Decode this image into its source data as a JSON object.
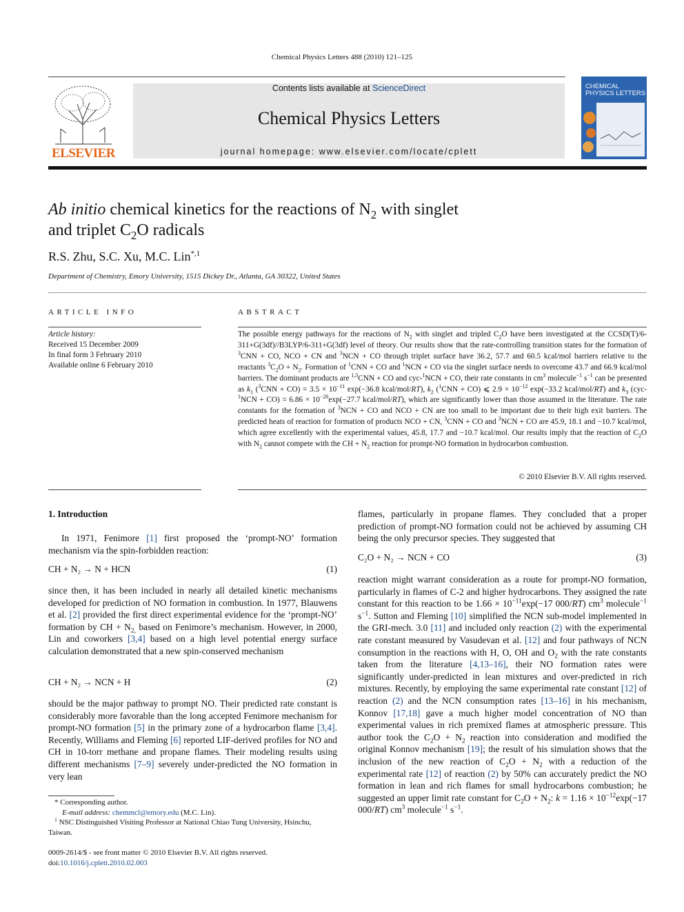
{
  "header": {
    "running_head": "Chemical Physics Letters 488 (2010) 121–125",
    "contents_prefix": "Contents lists available at ",
    "contents_link": "ScienceDirect",
    "journal_title": "Chemical Physics Letters",
    "homepage_prefix": "journal homepage: ",
    "homepage_url": "www.elsevier.com/locate/cplett",
    "publisher_logo_text": "ELSEVIER",
    "cover_title": "CHEMICAL PHYSICS LETTERS"
  },
  "article": {
    "title_line1_a": "Ab initio",
    "title_line1_b": " chemical kinetics for the reactions of N",
    "title_sub1": "2",
    "title_line1_c": " with singlet",
    "title_line2_a": "and triplet C",
    "title_sub2": "2",
    "title_line2_b": "O radicals",
    "authors": "R.S. Zhu, S.C. Xu, M.C. Lin",
    "author_marks": "*,1",
    "affiliation": "Department of Chemistry, Emory University, 1515 Dickey Dr., Atlanta, GA 30322, United States"
  },
  "article_info": {
    "heading": "ARTICLE INFO",
    "history_label": "Article history:",
    "received": "Received 15 December 2009",
    "final_form": "In final form 3 February 2010",
    "online": "Available online 6 February 2010"
  },
  "abstract": {
    "heading": "ABSTRACT",
    "copyright": "© 2010 Elsevier B.V. All rights reserved."
  },
  "intro": {
    "heading": "1. Introduction"
  },
  "equations": {
    "eq1": "CH + N₂ → N + HCN",
    "eq1_num": "(1)",
    "eq2": "CH + N₂ → NCN + H",
    "eq2_num": "(2)",
    "eq3": "C₂O + N₂ → NCN + CO",
    "eq3_num": "(3)"
  },
  "footnotes": {
    "corresponding": "Corresponding author.",
    "email_label": "E-mail address: ",
    "email": "chemmcl@emory.edu",
    "email_suffix": " (M.C. Lin).",
    "note1_a": "NSC Distinguished Visiting Professor at National Chiao Tung University, Hsinchu,",
    "note1_b": "Taiwan."
  },
  "footer": {
    "issn": "0009-2614/$ - see front matter © 2010 Elsevier B.V. All rights reserved.",
    "doi_label": "doi:",
    "doi": "10.1016/j.cplett.2010.02.003"
  },
  "colors": {
    "link": "#1a4a8a",
    "elsevier_orange": "#e4681c",
    "banner_gray": "#e6e6e6",
    "cover_blue": "#2c64b0"
  }
}
